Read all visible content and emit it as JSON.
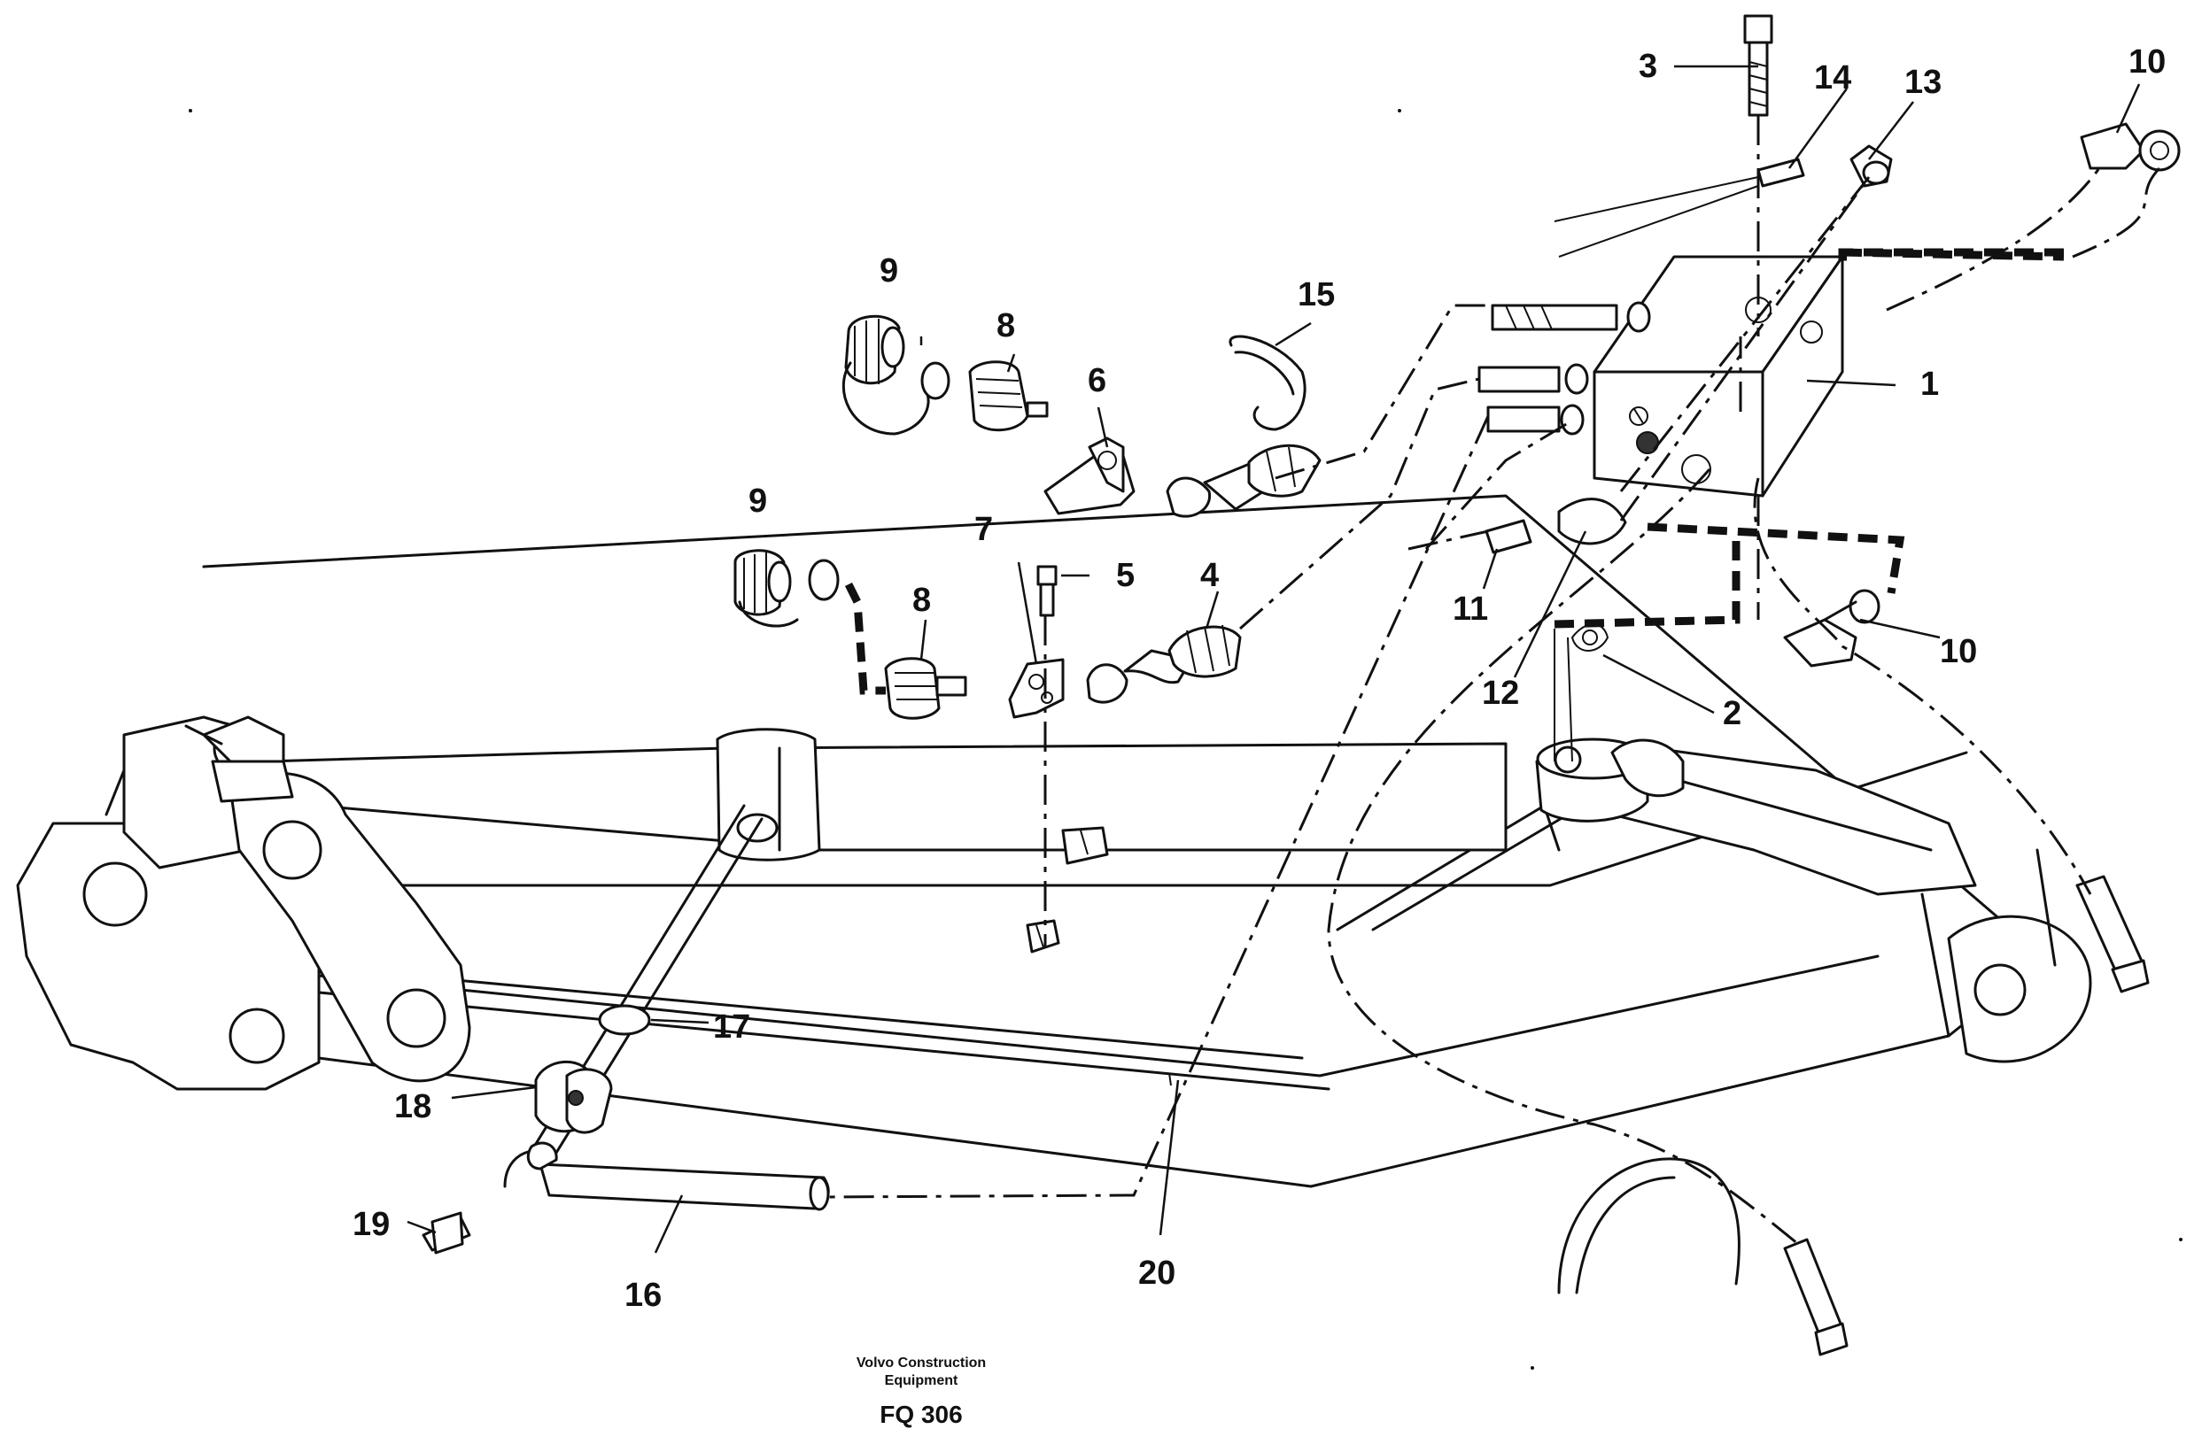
{
  "callouts": {
    "c1": "1",
    "c2": "2",
    "c3": "3",
    "c4": "4",
    "c5": "5",
    "c6": "6",
    "c7": "7",
    "c8a": "8",
    "c8b": "8",
    "c9a": "9",
    "c9b": "9",
    "c10a": "10",
    "c10b": "10",
    "c11": "11",
    "c12": "12",
    "c13": "13",
    "c14": "14",
    "c15": "15",
    "c16": "16",
    "c17": "17",
    "c18": "18",
    "c19": "19",
    "c20": "20"
  },
  "footer": {
    "company_line1": "Volvo Construction",
    "company_line2": "Equipment",
    "drawing_code": "FQ 306"
  }
}
